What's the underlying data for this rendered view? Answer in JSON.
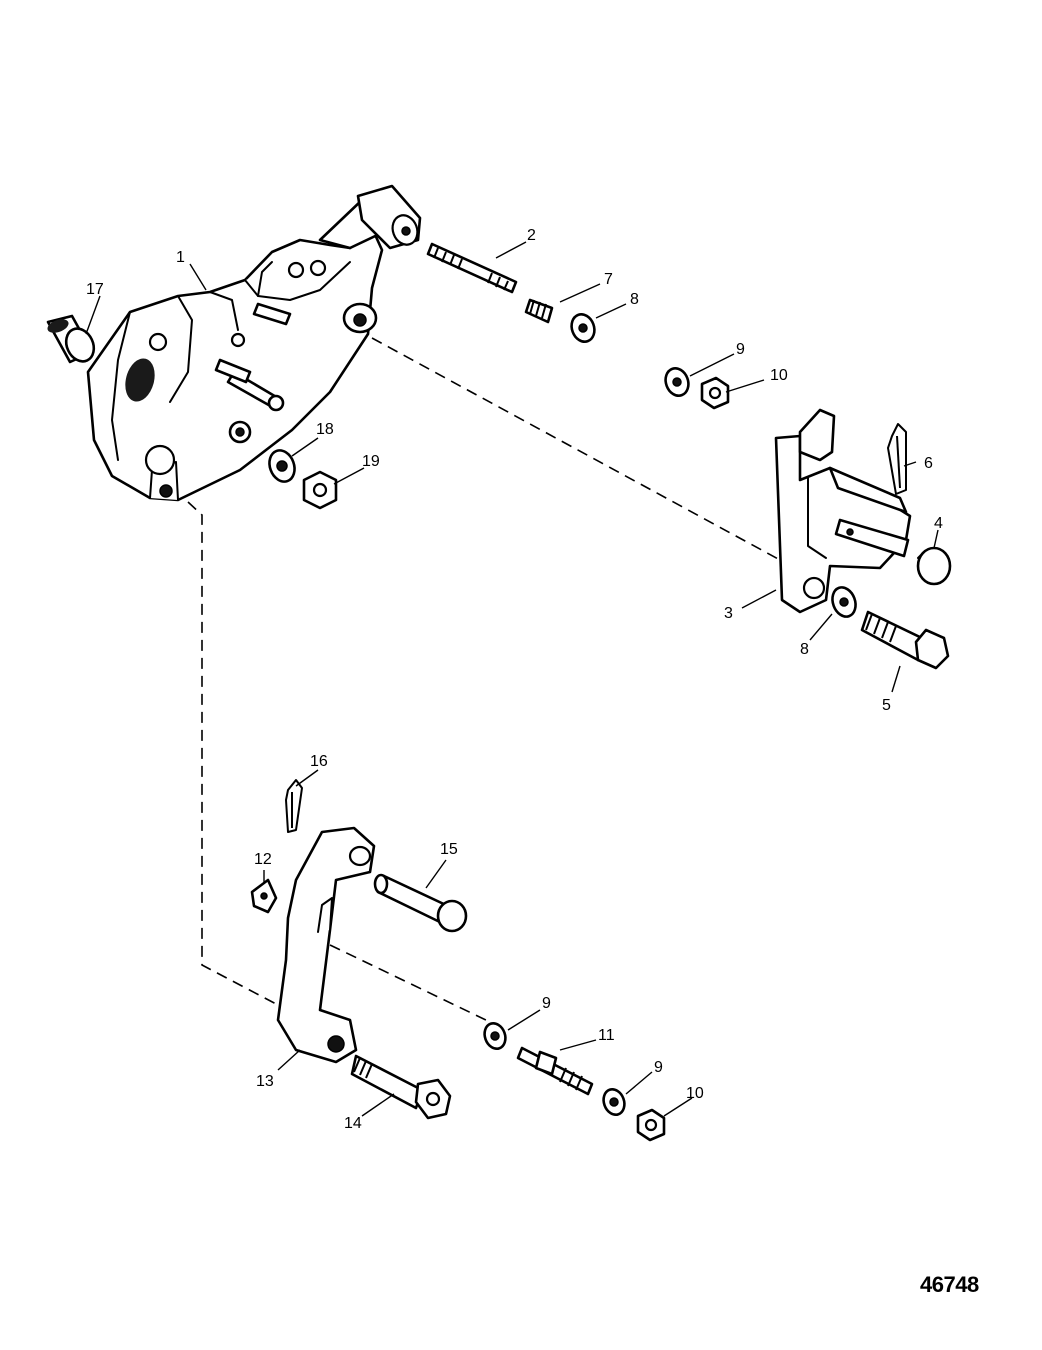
{
  "figure_number": "46748",
  "callouts": {
    "c1": "1",
    "c2": "2",
    "c3": "3",
    "c4": "4",
    "c5": "5",
    "c6": "6",
    "c7": "7",
    "c8a": "8",
    "c8b": "8",
    "c9a": "9",
    "c9b": "9",
    "c9c": "9",
    "c10a": "10",
    "c10b": "10",
    "c11": "11",
    "c12": "12",
    "c13": "13",
    "c14": "14",
    "c15": "15",
    "c16": "16",
    "c17": "17",
    "c18": "18",
    "c19": "19"
  }
}
